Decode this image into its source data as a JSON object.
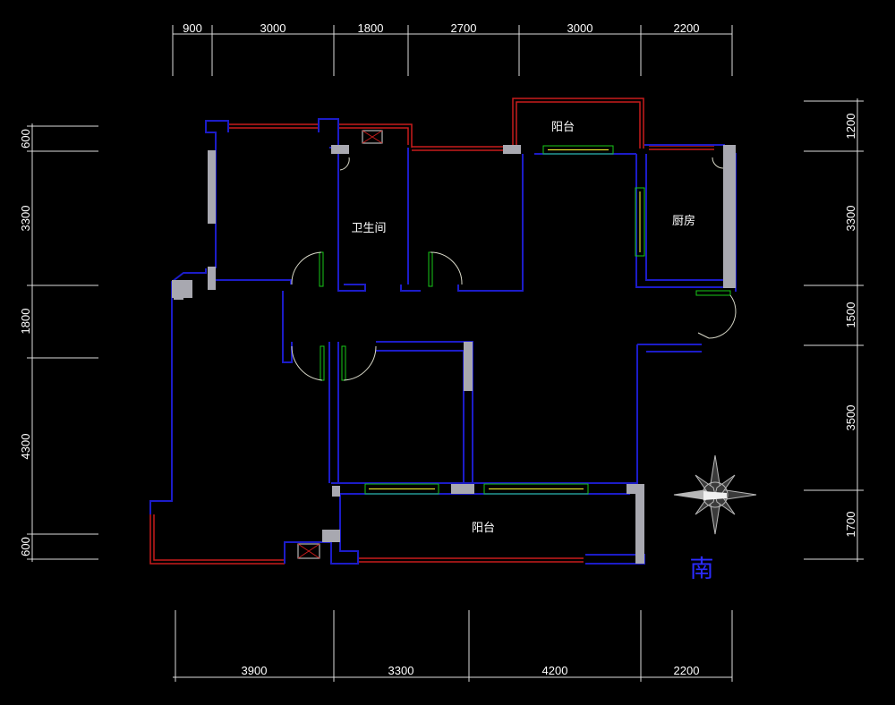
{
  "dimensions": {
    "top": [
      "900",
      "3000",
      "1800",
      "2700",
      "3000",
      "2200"
    ],
    "bottom": [
      "3900",
      "3300",
      "4200",
      "2200"
    ],
    "left": [
      "600",
      "3300",
      "1800",
      "4300",
      "600"
    ],
    "right": [
      "1200",
      "3300",
      "1500",
      "3500",
      "1700"
    ]
  },
  "rooms": {
    "balcony_north": "阳台",
    "bathroom": "卫生间",
    "kitchen": "厨房",
    "balcony_south": "阳台"
  },
  "compass": {
    "label": "南"
  },
  "colors": {
    "background": "#000000",
    "wall": "#1c1cc8",
    "exterior_line": "#c81c1c",
    "column": "#a8a8b0",
    "window": "#18c818",
    "dimension": "#ffffff",
    "compass_label": "#2b2bff"
  }
}
